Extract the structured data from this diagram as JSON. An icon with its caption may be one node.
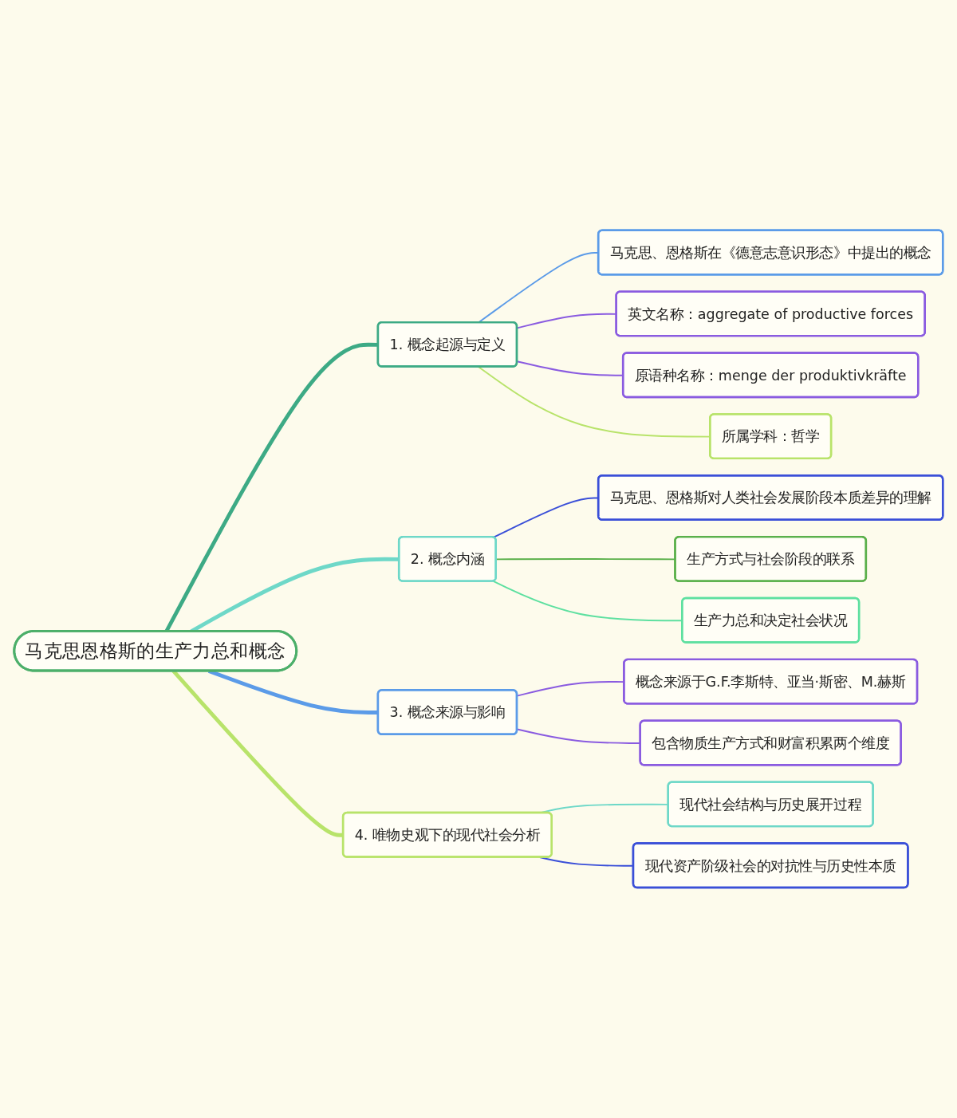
{
  "diagram": {
    "nodes": [
      {
        "text": [
          "马克思恩格斯的生产力总和概念"
        ]
      },
      {
        "text": [
          "1. 概念起源与定义"
        ]
      },
      {
        "text": [
          "马克思、恩格斯在《德意志意识形态》中提出的概念"
        ]
      },
      {
        "text": [
          "英文名称：aggregate of productive forces"
        ]
      },
      {
        "text": [
          "原语种名称：menge der produktivkräfte"
        ]
      },
      {
        "text": [
          "所属学科：哲学"
        ]
      },
      {
        "text": [
          "2. 概念内涵"
        ]
      },
      {
        "text": [
          "马克思、恩格斯对人类社会发展阶段本质差异的理解"
        ]
      },
      {
        "text": [
          "生产方式与社会阶段的联系"
        ]
      },
      {
        "text": [
          "生产力总和决定社会状况"
        ]
      },
      {
        "text": [
          "3. 概念来源与影响"
        ]
      },
      {
        "text": [
          "概念来源于G.F.李斯特、亚当·斯密、M.赫斯"
        ]
      },
      {
        "text": [
          "包含物质生产方式和财富积累两个维度"
        ]
      },
      {
        "text": [
          "4. 唯物史观下的现代社会分析"
        ]
      },
      {
        "text": [
          "现代社会结构与历史展开过程"
        ]
      },
      {
        "text": [
          "现代资产阶级社会的对抗性与历史性本质"
        ]
      }
    ],
    "edges": [
      {
        "from": 0,
        "to": 1,
        "arrow": "none",
        "style": "thick",
        "color": "#3daa85"
      },
      {
        "from": 1,
        "to": 2,
        "arrow": "none",
        "color": "#5b9be8"
      },
      {
        "from": 1,
        "to": 3,
        "arrow": "none",
        "color": "#8a5be0"
      },
      {
        "from": 1,
        "to": 4,
        "arrow": "none",
        "color": "#8a5be0"
      },
      {
        "from": 1,
        "to": 5,
        "arrow": "none",
        "color": "#b8e36a"
      },
      {
        "from": 0,
        "to": 6,
        "arrow": "none",
        "style": "thick",
        "color": "#6ed8c8"
      },
      {
        "from": 6,
        "to": 7,
        "arrow": "none",
        "color": "#3a4fd8"
      },
      {
        "from": 6,
        "to": 8,
        "arrow": "none",
        "color": "#5ab04a"
      },
      {
        "from": 6,
        "to": 9,
        "arrow": "none",
        "color": "#5ee0a0"
      },
      {
        "from": 0,
        "to": 10,
        "arrow": "none",
        "style": "thick",
        "color": "#5b9be8"
      },
      {
        "from": 10,
        "to": 11,
        "arrow": "none",
        "color": "#8a5be0"
      },
      {
        "from": 10,
        "to": 12,
        "arrow": "none",
        "color": "#8a5be0"
      },
      {
        "from": 0,
        "to": 13,
        "arrow": "none",
        "style": "thick",
        "color": "#b8e36a"
      },
      {
        "from": 13,
        "to": 14,
        "arrow": "none",
        "color": "#6ed8c8"
      },
      {
        "from": 13,
        "to": 15,
        "arrow": "none",
        "color": "#3a4fd8"
      }
    ]
  }
}
